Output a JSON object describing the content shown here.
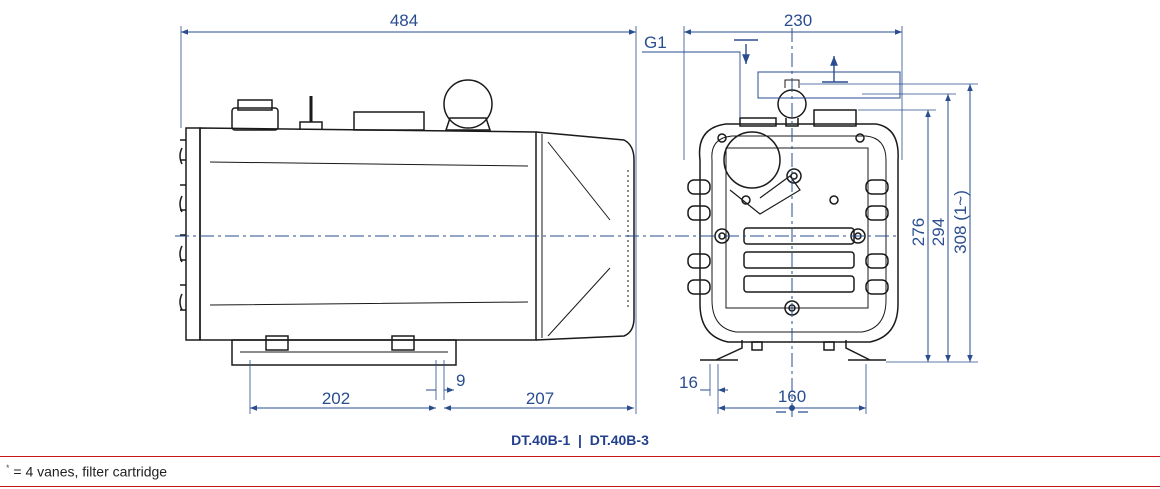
{
  "dimensions": {
    "overall_length": "484",
    "overall_width": "230",
    "connection": "G1",
    "height_276": "276",
    "height_294": "294",
    "height_308": "308 (1~)",
    "base_202": "202",
    "base_9": "9",
    "base_207": "207",
    "foot_16": "16",
    "foot_160": "160"
  },
  "caption": {
    "model_a": "DT.40B-1",
    "separator": "|",
    "model_b": "DT.40B-3"
  },
  "footnote": {
    "marker": "*",
    "text": "= 4 vanes, filter cartridge"
  },
  "colors": {
    "dimension": "#2a4d8f",
    "outline": "#1a1a1a",
    "rule": "#c8161d",
    "caption": "#23408e"
  }
}
